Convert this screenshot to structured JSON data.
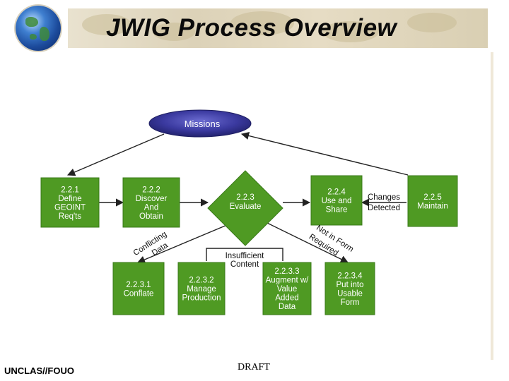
{
  "header": {
    "title": "JWIG Process Overview"
  },
  "diagram": {
    "missions": "Missions",
    "boxes": {
      "b221": [
        "2.2.1",
        "Define",
        "GEOINT",
        "Req'ts"
      ],
      "b222": [
        "2.2.2",
        "Discover",
        "And",
        "Obtain"
      ],
      "b223": [
        "2.2.3",
        "Evaluate"
      ],
      "b224": [
        "2.2.4",
        "Use and",
        "Share"
      ],
      "b225": [
        "2.2.5",
        "Maintain"
      ],
      "b2231": [
        "2.2.3.1",
        "Conflate"
      ],
      "b2232": [
        "2.2.3.2",
        "Manage",
        "Production"
      ],
      "b2233": [
        "2.2.3.3",
        "Augment w/",
        "Value",
        "Added",
        "Data"
      ],
      "b2234": [
        "2.2.3.4",
        "Put into",
        "Usable",
        "Form"
      ]
    },
    "labels": {
      "changes": [
        "Changes",
        "Detected"
      ],
      "insufficient": [
        "Insufficient",
        "Content"
      ],
      "conflicting": [
        "Conflicting",
        "Data"
      ],
      "notinform": [
        "Not in Form",
        "Required"
      ]
    }
  },
  "footer": {
    "classification": "UNCLAS//FOUO",
    "draft": "DRAFT"
  },
  "colors": {
    "box_fill": "#4f9a23",
    "box_border": "#3a7a1a",
    "ellipse_fill": "#3b3aa0"
  }
}
